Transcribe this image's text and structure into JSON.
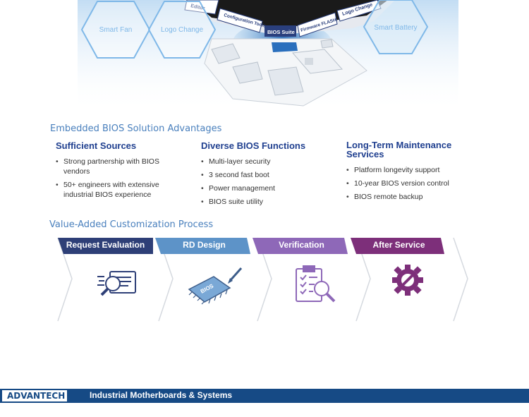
{
  "hero": {
    "hexagons": [
      "Smart Fan",
      "Logo Change",
      "Smart Battery"
    ],
    "chip_tabs": [
      "Editor",
      "Configuration Tools",
      "BIOS Suite",
      "Firmware FLASH",
      "Logo Change"
    ]
  },
  "advantages": {
    "title": "Embedded BIOS Solution Advantages",
    "columns": [
      {
        "heading": "Sufficient Sources",
        "items": [
          "Strong partnership with BIOS vendors",
          "50+ engineers with extensive industrial BIOS experience"
        ]
      },
      {
        "heading": "Diverse BIOS Functions",
        "items": [
          "Multi-layer security",
          "3 second fast boot",
          "Power management",
          "BIOS suite utility"
        ]
      },
      {
        "heading": "Long-Term Maintenance Services",
        "items": [
          "Platform longevity support",
          "10-year BIOS version control",
          "BIOS remote backup"
        ]
      }
    ]
  },
  "process": {
    "title": "Value-Added Customization Process",
    "steps": [
      {
        "label": "Request Evaluation",
        "color": "#2e3f77",
        "icon": "document-search-icon"
      },
      {
        "label": "RD Design",
        "color": "#5d93c8",
        "icon": "bios-chip-pen-icon"
      },
      {
        "label": "Verification",
        "color": "#8e68b8",
        "icon": "clipboard-magnifier-icon"
      },
      {
        "label": "After Service",
        "color": "#7d2f7a",
        "icon": "gear-wrench-icon"
      }
    ]
  },
  "chip_label": "BIOS",
  "footer": {
    "logo": "ADVANTECH",
    "title": "Industrial Motherboards & Systems"
  }
}
